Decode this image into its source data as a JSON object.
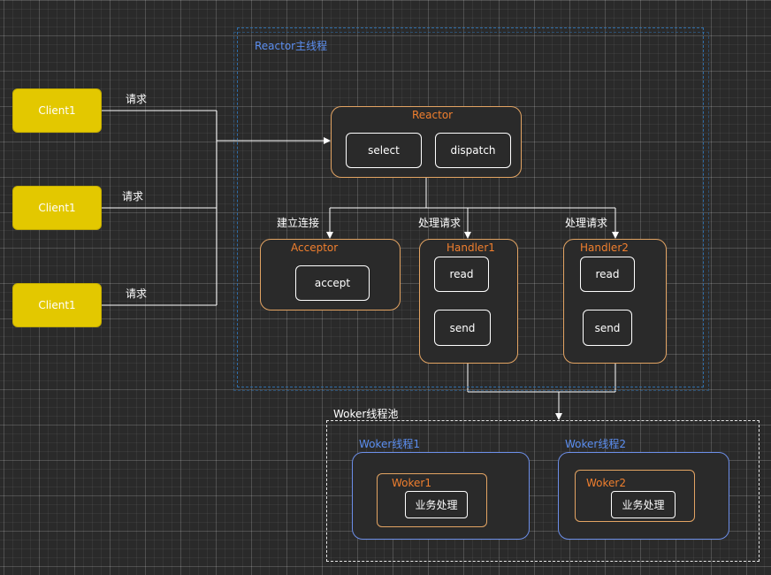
{
  "clients": [
    "Client1",
    "Client1",
    "Client1"
  ],
  "request_labels": [
    "请求",
    "请求",
    "请求"
  ],
  "reactor_group": {
    "title": "Reactor主线程"
  },
  "reactor": {
    "title": "Reactor",
    "select": "select",
    "dispatch": "dispatch"
  },
  "edge_labels": {
    "establish": "建立连接",
    "process1": "处理请求",
    "process2": "处理请求"
  },
  "acceptor": {
    "title": "Acceptor",
    "accept": "accept"
  },
  "handler1": {
    "title": "Handler1",
    "read": "read",
    "send": "send"
  },
  "handler2": {
    "title": "Handler2",
    "read": "read",
    "send": "send"
  },
  "worker_pool": {
    "title": "Woker线程池"
  },
  "worker_thread1": {
    "title": "Woker线程1",
    "worker": "Woker1",
    "task": "业务处理"
  },
  "worker_thread2": {
    "title": "Woker线程2",
    "worker": "Woker2",
    "task": "业务处理"
  },
  "colors": {
    "client_fill": "#e3c800",
    "orange_title": "#f07f2e",
    "orange_border": "#e3a463",
    "blue_title": "#5b8ef0",
    "blue_border": "#6c8ee8",
    "dashed_blue": "#2f6da8"
  }
}
